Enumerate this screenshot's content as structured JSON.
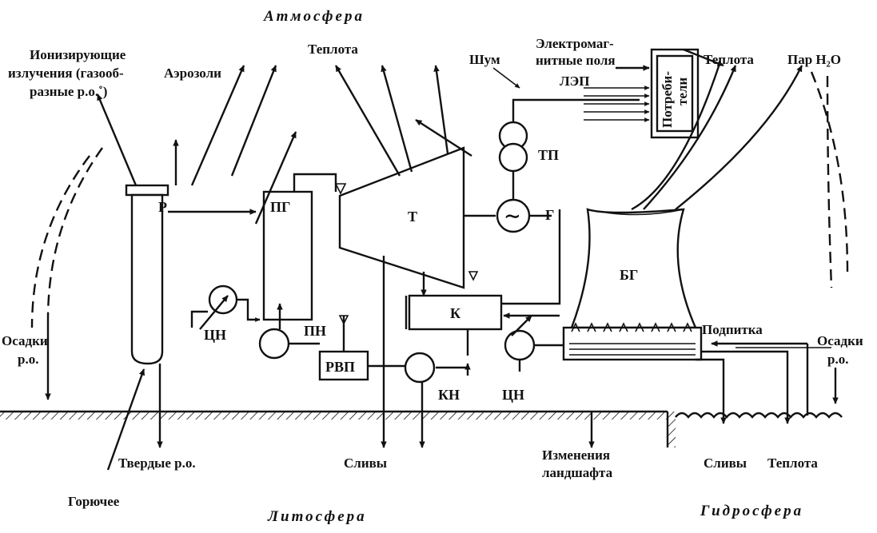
{
  "spheres": {
    "atmosphere": "Атмосфера",
    "lithosphere": "Литосфера",
    "hydrosphere": "Гидросфера"
  },
  "emissions": {
    "ionizing_line1": "Ионизирующие",
    "ionizing_line2": "излучения (газооб-",
    "ionizing_line3": "разные р.о.˚)",
    "aerosols": "Аэрозоли",
    "heat_top": "Теплота",
    "noise": "Шум",
    "em_fields_line1": "Электромаг-",
    "em_fields_line2": "нитные поля",
    "heat_consumers": "Теплота",
    "steam": "Пар H₂O",
    "precip_left_line1": "Осадки",
    "precip_left_line2": "р.о.",
    "precip_right_line1": "Осадки",
    "precip_right_line2": "р.о.",
    "solid_waste": "Твердые р.о.",
    "fuel": "Горючее",
    "drains_left": "Сливы",
    "landscape_line1": "Изменения",
    "landscape_line2": "ландшафта",
    "drains_right": "Сливы",
    "heat_water": "Теплота",
    "makeup": "Подпитка"
  },
  "equipment": {
    "reactor": "Р",
    "steam_generator": "ПГ",
    "turbine": "Т",
    "generator": "Г",
    "transformer": "ТП",
    "power_line": "ЛЭП",
    "consumers_line1": "Потреби-",
    "consumers_line2": "тели",
    "cooling_tower": "БГ",
    "condenser": "К",
    "regen_heater": "РВП",
    "circ_pump_1": "ЦН",
    "feed_pump": "ПН",
    "condensate_pump": "КН",
    "circ_pump_2": "ЦН"
  },
  "icons": {
    "generator_symbol": "∼"
  }
}
